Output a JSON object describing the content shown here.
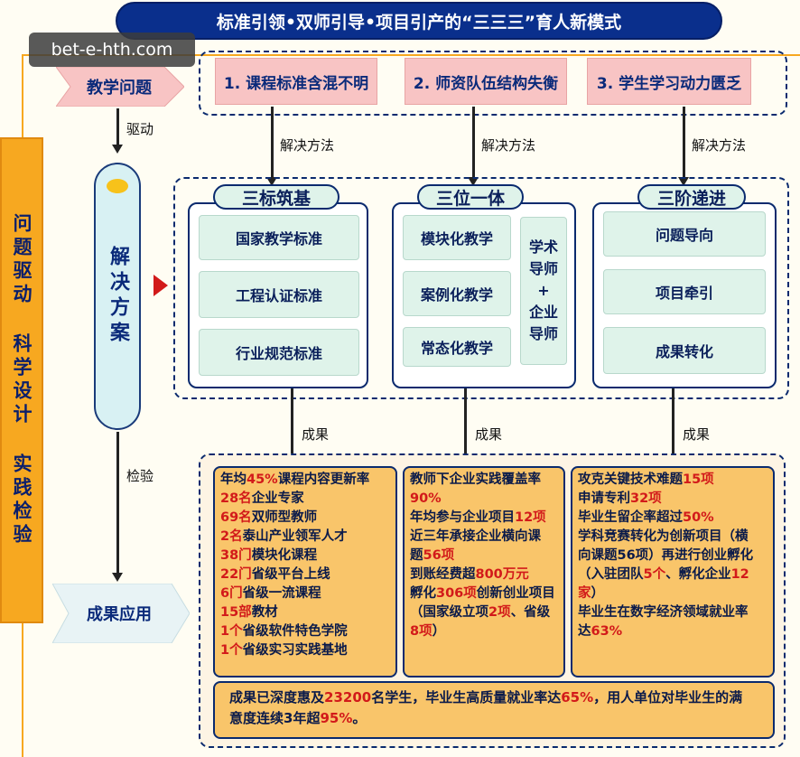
{
  "header": {
    "title": "标准引领•双师引导•项目引产的“三三三”育人新模式"
  },
  "watermark": "bet-e-hth.com",
  "left_column": {
    "side_label": "问题驱动 科学设计 实践检验",
    "problem_tag": "教学问题",
    "drive_label": "驱动",
    "solution_capsule": "解决方案",
    "check_label": "检验",
    "result_tag": "成果应用"
  },
  "problems": [
    "1. 课程标准含混不明",
    "2. 师资队伍结构失衡",
    "3. 学生学习动力匮乏"
  ],
  "method_label": "解决方法",
  "result_label": "成果",
  "groups": {
    "g1": {
      "title": "三标筑基",
      "items": [
        "国家教学标准",
        "工程认证标准",
        "行业规范标准"
      ]
    },
    "g2": {
      "title": "三位一体",
      "items": [
        "模块化教学",
        "案例化教学",
        "常态化教学"
      ],
      "side_top": "学术",
      "side_top2": "导师",
      "side_plus": "+",
      "side_bottom": "企业",
      "side_bottom2": "导师"
    },
    "g3": {
      "title": "三阶递进",
      "items": [
        "问题导向",
        "项目牵引",
        "成果转化"
      ]
    }
  },
  "results": {
    "col1": [
      [
        [
          "年均",
          ""
        ],
        [
          "45%",
          "red"
        ],
        [
          "课程内容更新率",
          ""
        ]
      ],
      [
        [
          "28名",
          "red"
        ],
        [
          "企业专家",
          ""
        ]
      ],
      [
        [
          "69名",
          "red"
        ],
        [
          "双师型教师",
          ""
        ]
      ],
      [
        [
          "2名",
          "red"
        ],
        [
          "泰山产业领军人才",
          ""
        ]
      ],
      [
        [
          "38门",
          "red"
        ],
        [
          "模块化课程",
          ""
        ]
      ],
      [
        [
          "22门",
          "red"
        ],
        [
          "省级平台上线",
          ""
        ]
      ],
      [
        [
          "6门",
          "red"
        ],
        [
          "省级一流课程",
          ""
        ]
      ],
      [
        [
          "15部",
          "red"
        ],
        [
          "教材",
          ""
        ]
      ],
      [
        [
          "1个",
          "red"
        ],
        [
          "省级软件特色学院",
          ""
        ]
      ],
      [
        [
          "1个",
          "red"
        ],
        [
          "省级实习实践基地",
          ""
        ]
      ]
    ],
    "col2": [
      [
        [
          "教师下企业实践覆盖率",
          ""
        ]
      ],
      [
        [
          "90%",
          "red"
        ]
      ],
      [
        [
          "年均参与企业项目",
          ""
        ],
        [
          "12项",
          "red"
        ]
      ],
      [
        [
          "近三年承接企业横向课",
          ""
        ]
      ],
      [
        [
          "题",
          ""
        ],
        [
          "56项",
          "red"
        ]
      ],
      [
        [
          "到账经费超",
          ""
        ],
        [
          "800万元",
          "red"
        ]
      ],
      [
        [
          "孵化",
          ""
        ],
        [
          "306项",
          "red"
        ],
        [
          "创新创业项目",
          ""
        ]
      ],
      [
        [
          "（国家级立项",
          ""
        ],
        [
          "2项",
          "red"
        ],
        [
          "、省级",
          ""
        ]
      ],
      [
        [
          "8项",
          "red"
        ],
        [
          "）",
          ""
        ]
      ]
    ],
    "col3": [
      [
        [
          "攻克关键技术难题",
          ""
        ],
        [
          "15项",
          "red"
        ]
      ],
      [
        [
          "申请专利",
          ""
        ],
        [
          "32项",
          "red"
        ]
      ],
      [
        [
          "毕业生留企率超过",
          ""
        ],
        [
          "50%",
          "red"
        ]
      ],
      [
        [
          "学科竞赛转化为创新项目（横",
          ""
        ]
      ],
      [
        [
          "向课题56项）再进行创业孵化",
          ""
        ]
      ],
      [
        [
          "（入驻团队",
          ""
        ],
        [
          "5个",
          "red"
        ],
        [
          "、孵化企业",
          ""
        ],
        [
          "12",
          "red"
        ]
      ],
      [
        [
          "家",
          "red"
        ],
        [
          "）",
          ""
        ]
      ],
      [
        [
          "毕业生在数字经济领域就业率",
          ""
        ]
      ],
      [
        [
          "达",
          ""
        ],
        [
          "63%",
          "red"
        ]
      ]
    ],
    "bottom": [
      [
        [
          "成果已深度惠及",
          ""
        ],
        [
          "23200",
          "red"
        ],
        [
          "名学生，毕业生高质量就业率达",
          ""
        ],
        [
          "65%",
          "red"
        ],
        [
          "，用人单位对毕业生的满",
          ""
        ]
      ],
      [
        [
          "意度连续3年超",
          ""
        ],
        [
          "95%",
          "red"
        ],
        [
          "。",
          ""
        ]
      ]
    ]
  },
  "colors": {
    "navy": "#0a2a6e",
    "orange": "#f7a820",
    "pink": "#f8c4c4",
    "mint": "#dff3ea",
    "result": "#f9c56a",
    "red": "#d21a1a"
  }
}
